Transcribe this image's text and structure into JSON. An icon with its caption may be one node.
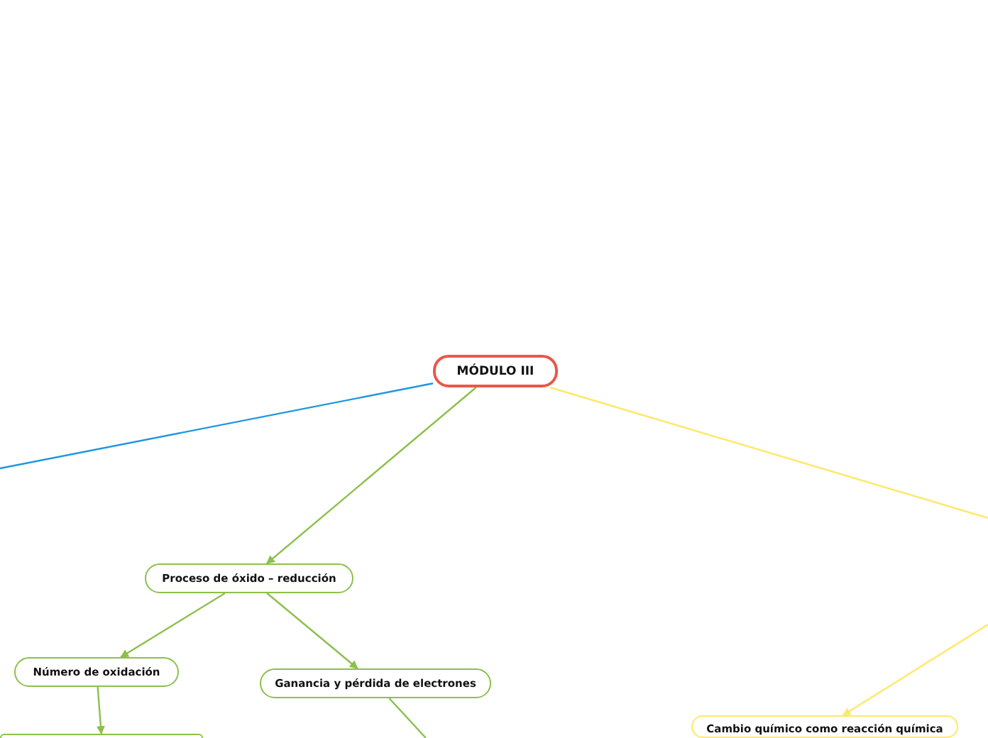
{
  "diagram": {
    "nodes": [
      {
        "text": [
          "MÓDULO III"
        ]
      },
      {
        "text": [
          "Proceso de óxido – reducción"
        ]
      },
      {
        "text": [
          "Número de oxidación"
        ]
      },
      {
        "text": [
          "Ganancia y pérdida de electrones"
        ]
      },
      {
        "text": [
          "Cambio químico como reacción química"
        ]
      },
      {
        "text": [],
        "shape": "box"
      }
    ],
    "edges": [
      {
        "from": 0,
        "to": null,
        "arrow": "none",
        "color": "#1e96e0"
      },
      {
        "from": 0,
        "to": null,
        "arrow": "none",
        "color": "#ffe866"
      },
      {
        "from": null,
        "to": 4,
        "arrow": "to",
        "color": "#ffe866"
      },
      {
        "from": 0,
        "to": 1,
        "arrow": "to"
      },
      {
        "from": 1,
        "to": 2,
        "arrow": "to"
      },
      {
        "from": 1,
        "to": 3,
        "arrow": "to"
      },
      {
        "from": 2,
        "to": 5,
        "arrow": "to"
      },
      {
        "from": 3,
        "to": null,
        "arrow": "none"
      }
    ]
  }
}
